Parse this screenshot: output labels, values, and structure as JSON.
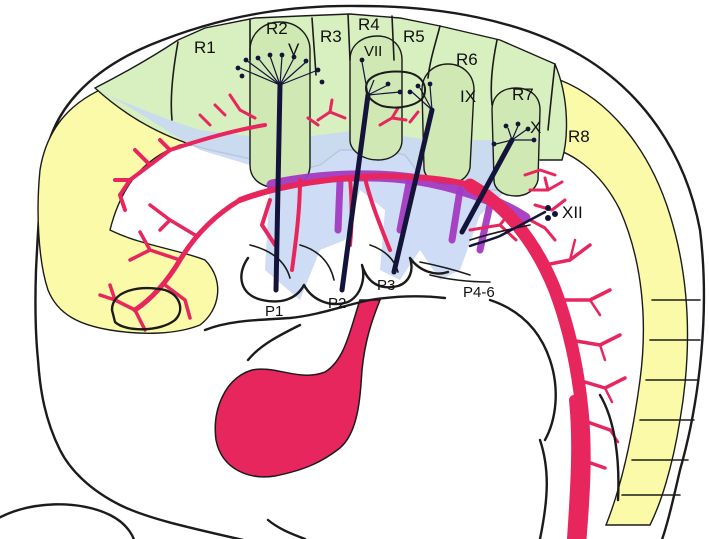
{
  "colors": {
    "background": "#ffffff",
    "embryo_skin": "#f7e8e6",
    "neural_tube": "#fafaa8",
    "rhombomere": "#d8efc0",
    "arch_mesenchyme": "#c9d8f4",
    "vessel": "#e8265e",
    "aortic_arch": "#a33ac2",
    "nerve": "#14143a",
    "heart": "#e8265e"
  },
  "rhombomeres": [
    "R1",
    "R2",
    "R3",
    "R4",
    "R5",
    "R6",
    "R7",
    "R8"
  ],
  "cranial_nerves": [
    "V",
    "VII",
    "IX",
    "X",
    "XII"
  ],
  "pharyngeal_arches": [
    "P1",
    "P2",
    "P3",
    "P4-6"
  ]
}
